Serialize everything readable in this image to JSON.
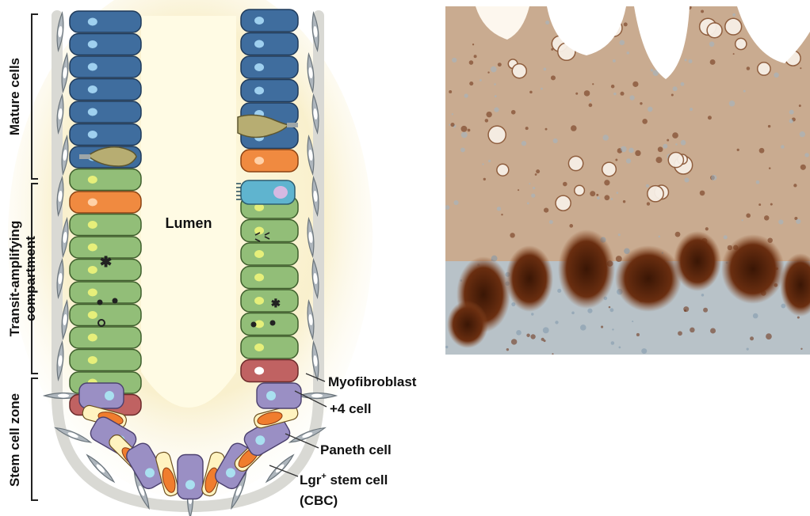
{
  "diagram": {
    "zones": {
      "mature": "Mature cells",
      "transit": "Transit-amplifying",
      "transit_line2": "compartment",
      "stem": "Stem cell zone"
    },
    "lumen": "Lumen",
    "callouts": {
      "myofibroblast": "Myofibroblast",
      "plus4": "+4 cell",
      "paneth": "Paneth cell",
      "lgr_prefix": "Lgr",
      "lgr_sup": "+",
      "lgr_suffix": " stem cell",
      "cbc": "(CBC)"
    }
  },
  "colors": {
    "mature_cell": "#3f6d9e",
    "goblet_cell": "#b7ad72",
    "enteroendocrine_cell": "#f08a40",
    "tuft_cell": "#5fb4cf",
    "transit_cell": "#92be78",
    "plus4_cell": "#c06262",
    "paneth_cell": "#f07d2e",
    "stem_cell": "#9a8fc4",
    "myofibroblast": "#aeb6bd",
    "background_glow": "#f8f0c8",
    "tissue_stain": "#6a2e10",
    "tissue_counterstain": "#9fb6c7"
  },
  "photo": {
    "kind": "immunohistochemistry micrograph of intestinal crypts"
  }
}
